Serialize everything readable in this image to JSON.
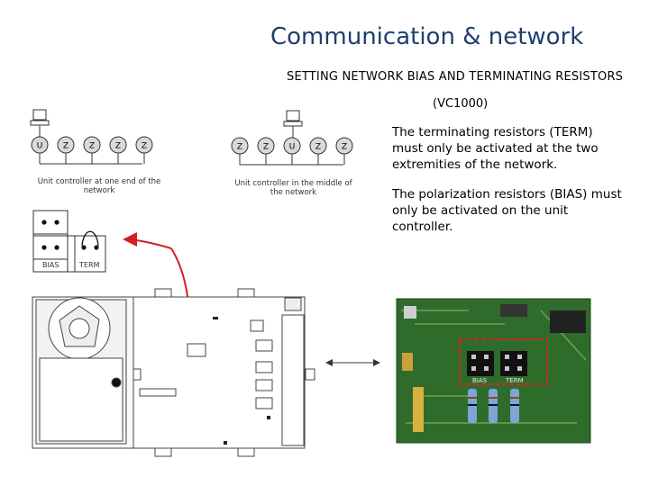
{
  "title": "Communication & network",
  "subtitle": "SETTING NETWORK BIAS AND TERMINATING RESISTORS",
  "model": "(VC1000)",
  "paragraphs": [
    "The terminating resistors (TERM) must only be activated at the two extremities of the network.",
    "The polarization resistors (BIAS) must only be activated on the unit controller."
  ],
  "diagram_left": {
    "nodes": [
      "U",
      "Z",
      "Z",
      "Z",
      "Z"
    ],
    "caption": "Unit controller at one end of the network"
  },
  "diagram_right": {
    "nodes": [
      "Z",
      "Z",
      "U",
      "Z",
      "Z"
    ],
    "caption": "Unit controller in the middle of the network"
  },
  "jumper_labels": {
    "bias": "BIAS",
    "term": "TERM"
  },
  "photo_labels": {
    "bias": "BIAS",
    "term": "TERM"
  },
  "colors": {
    "title": "#1f3f6e",
    "arrow": "#d42020",
    "highlight": "#e02020",
    "pcb": "#2f6b2a"
  }
}
